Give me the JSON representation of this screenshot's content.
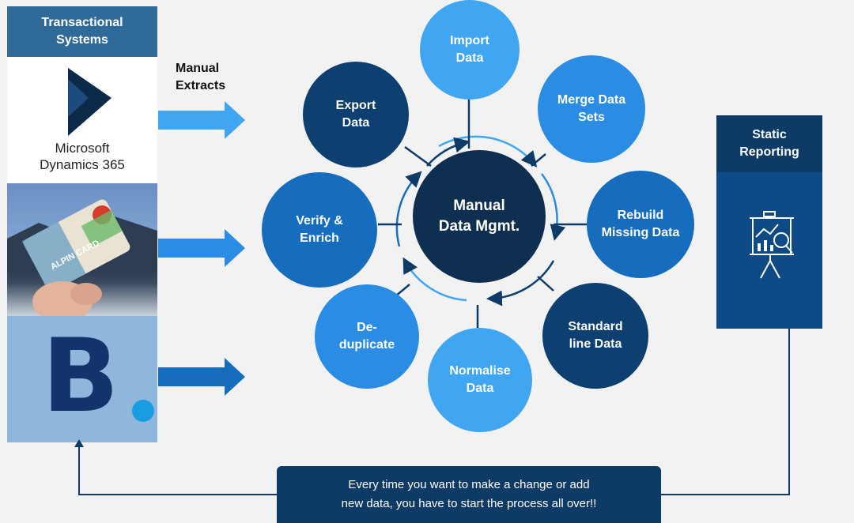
{
  "left": {
    "header": [
      "Transactional",
      "Systems"
    ],
    "microsoft": [
      "Microsoft",
      "Dynamics 365"
    ],
    "photo_card": [
      "ALPIN CARD"
    ],
    "booking_letter": "B"
  },
  "manual_extracts": [
    "Manual",
    "Extracts"
  ],
  "center": [
    "Manual",
    "Data Mgmt."
  ],
  "steps": [
    {
      "lines": [
        "Import",
        "Data"
      ],
      "color": "#41a6f2"
    },
    {
      "lines": [
        "Merge Data",
        "Sets"
      ],
      "color": "#2a8ce3"
    },
    {
      "lines": [
        "Rebuild",
        "Missing Data"
      ],
      "color": "#166dbd"
    },
    {
      "lines": [
        "Standard",
        "line Data"
      ],
      "color": "#0d3f70"
    },
    {
      "lines": [
        "Normalise",
        "Data"
      ],
      "color": "#41a6f2"
    },
    {
      "lines": [
        "De-",
        "duplicate"
      ],
      "color": "#2a8ce3"
    },
    {
      "lines": [
        "Verify &",
        "Enrich"
      ],
      "color": "#166dbd"
    },
    {
      "lines": [
        "Export",
        "Data"
      ],
      "color": "#0d3f70"
    }
  ],
  "static_reporting": [
    "Static",
    "Reporting"
  ],
  "bottom_message": [
    "Every time you want to make a change or add",
    "new data, you have to start the process all over!!"
  ],
  "colors": {
    "center": "#0e2f4f",
    "arrow_light": "#41a6f2",
    "arrow_mid": "#2a8ce3",
    "arrow_dark": "#166dbd",
    "loop_line": "#0d3b66"
  }
}
